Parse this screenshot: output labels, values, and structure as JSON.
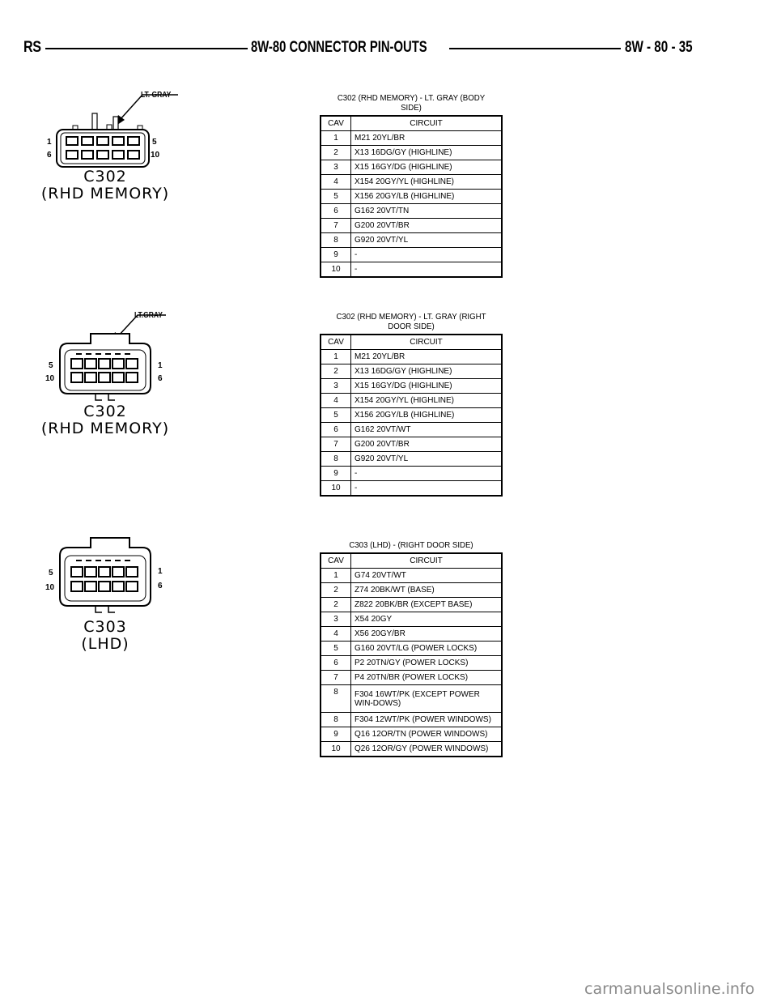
{
  "header": {
    "left": "RS",
    "center": "8W-80 CONNECTOR PIN-OUTS",
    "right": "8W - 80 - 35"
  },
  "connectors": [
    {
      "id": "C302",
      "subtitle": "(RHD MEMORY)",
      "color_callout": "LT. GRAY",
      "pin_labels": {
        "top_left": "1",
        "bottom_left": "6",
        "top_right": "5",
        "bottom_right": "10"
      }
    },
    {
      "id": "C302",
      "subtitle": "(RHD MEMORY)",
      "color_callout": "LT.GRAY",
      "pin_labels": {
        "top_left": "5",
        "bottom_left": "10",
        "top_right": "1",
        "bottom_right": "6"
      }
    },
    {
      "id": "C303",
      "subtitle": "(LHD)",
      "pin_labels": {
        "top_left": "5",
        "bottom_left": "10",
        "top_right": "1",
        "bottom_right": "6"
      }
    }
  ],
  "tables": [
    {
      "title": "C302 (RHD MEMORY) - LT. GRAY (BODY SIDE)",
      "headers": {
        "cav": "CAV",
        "circuit": "CIRCUIT"
      },
      "rows": [
        {
          "cav": "1",
          "circuit": "M21 20YL/BR"
        },
        {
          "cav": "2",
          "circuit": "X13 16DG/GY (HIGHLINE)"
        },
        {
          "cav": "3",
          "circuit": "X15 16GY/DG (HIGHLINE)"
        },
        {
          "cav": "4",
          "circuit": "X154 20GY/YL (HIGHLINE)"
        },
        {
          "cav": "5",
          "circuit": "X156 20GY/LB (HIGHLINE)"
        },
        {
          "cav": "6",
          "circuit": "G162 20VT/TN"
        },
        {
          "cav": "7",
          "circuit": "G200 20VT/BR"
        },
        {
          "cav": "8",
          "circuit": "G920 20VT/YL"
        },
        {
          "cav": "9",
          "circuit": "-"
        },
        {
          "cav": "10",
          "circuit": "-"
        }
      ]
    },
    {
      "title": "C302 (RHD MEMORY) - LT. GRAY (RIGHT\nDOOR SIDE)",
      "headers": {
        "cav": "CAV",
        "circuit": "CIRCUIT"
      },
      "rows": [
        {
          "cav": "1",
          "circuit": "M21 20YL/BR"
        },
        {
          "cav": "2",
          "circuit": "X13 16DG/GY (HIGHLINE)"
        },
        {
          "cav": "3",
          "circuit": "X15 16GY/DG (HIGHLINE)"
        },
        {
          "cav": "4",
          "circuit": "X154 20GY/YL (HIGHLINE)"
        },
        {
          "cav": "5",
          "circuit": "X156 20GY/LB (HIGHLINE)"
        },
        {
          "cav": "6",
          "circuit": "G162 20VT/WT"
        },
        {
          "cav": "7",
          "circuit": "G200 20VT/BR"
        },
        {
          "cav": "8",
          "circuit": "G920 20VT/YL"
        },
        {
          "cav": "9",
          "circuit": "-"
        },
        {
          "cav": "10",
          "circuit": "-"
        }
      ]
    },
    {
      "title": "C303 (LHD) - (RIGHT DOOR SIDE)",
      "headers": {
        "cav": "CAV",
        "circuit": "CIRCUIT"
      },
      "rows": [
        {
          "cav": "1",
          "circuit": "G74 20VT/WT"
        },
        {
          "cav": "2",
          "circuit": "Z74 20BK/WT (BASE)"
        },
        {
          "cav": "2",
          "circuit": "Z822 20BK/BR (EXCEPT BASE)"
        },
        {
          "cav": "3",
          "circuit": "X54 20GY"
        },
        {
          "cav": "4",
          "circuit": "X56 20GY/BR"
        },
        {
          "cav": "5",
          "circuit": "G160 20VT/LG (POWER LOCKS)"
        },
        {
          "cav": "6",
          "circuit": "P2 20TN/GY (POWER LOCKS)"
        },
        {
          "cav": "7",
          "circuit": "P4 20TN/BR (POWER LOCKS)"
        },
        {
          "cav": "8",
          "circuit": "F304 16WT/PK (EXCEPT POWER WIN-DOWS)"
        },
        {
          "cav": "8",
          "circuit": "F304 12WT/PK (POWER WINDOWS)"
        },
        {
          "cav": "9",
          "circuit": "Q16 12OR/TN (POWER WINDOWS)"
        },
        {
          "cav": "10",
          "circuit": "Q26 12OR/GY (POWER WINDOWS)"
        }
      ]
    }
  ],
  "watermark": "carmanualsonline.info"
}
